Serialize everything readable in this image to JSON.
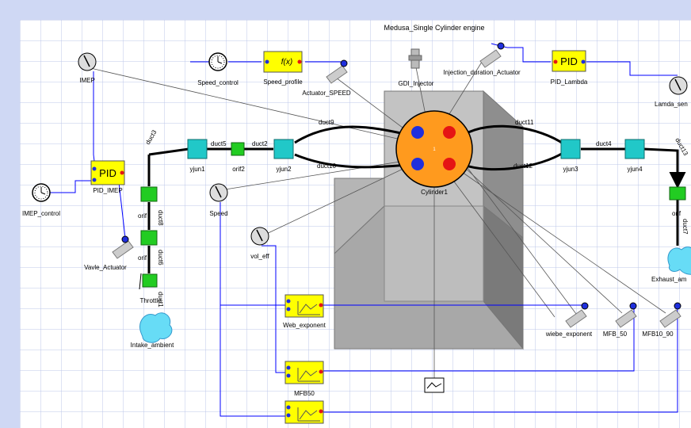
{
  "title": "Medusa_Single Cylinder engine",
  "colors": {
    "wire": "#0000ff",
    "duct": "#000000",
    "pid": "#ffff00",
    "teal": "#21c8c8",
    "green": "#22cc22",
    "orange": "#ff9a1e",
    "cloud": "#67dcf6"
  },
  "labels": {
    "imep": "IMEP",
    "imep_control": "IMEP_control",
    "pid_imep": "PID_IMEP",
    "pid_text": "PID",
    "vavle_actuator": "Vavle_Actuator",
    "throttle": "Throttle",
    "intake_ambient": "Intake_ambient",
    "speed_control": "Speed_control",
    "speed_profile": "Speed_profile",
    "fx": "f(x)",
    "actuator_speed": "Actuator_SPEED",
    "gdi_injector": "GDI_Injector",
    "injection_actuator": "Injection_duration_Actuator",
    "pid_lambda": "PID_Lambda",
    "lamda_sensor": "Lamda_sen",
    "cylinder": "Cylinder1",
    "cyl_num": "1",
    "speed": "Speed",
    "vol_eff": "vol_eff",
    "web_exponent": "Web_exponent",
    "mfb50": "MFB50",
    "wiebe_exponent": "wiebe_exponent",
    "mfb_50": "MFB_50",
    "mfb10_90": "MFB10_90",
    "exhaust_ambient": "Exhaust_am",
    "orif": "orif",
    "orif2": "orif2",
    "yjun1": "yjun1",
    "yjun2": "yjun2",
    "yjun3": "yjun3",
    "yjun4": "yjun4",
    "duct2": "duct2",
    "duct3": "duct3",
    "duct4": "duct4",
    "duct5": "duct5",
    "duct9": "duct9",
    "duct10": "duct10",
    "duct11": "duct11",
    "duct12": "duct12",
    "duct13": "duct13",
    "duct7": "duct7",
    "duct6": "duct6",
    "duct8": "duct8",
    "duct1": "duct1"
  }
}
